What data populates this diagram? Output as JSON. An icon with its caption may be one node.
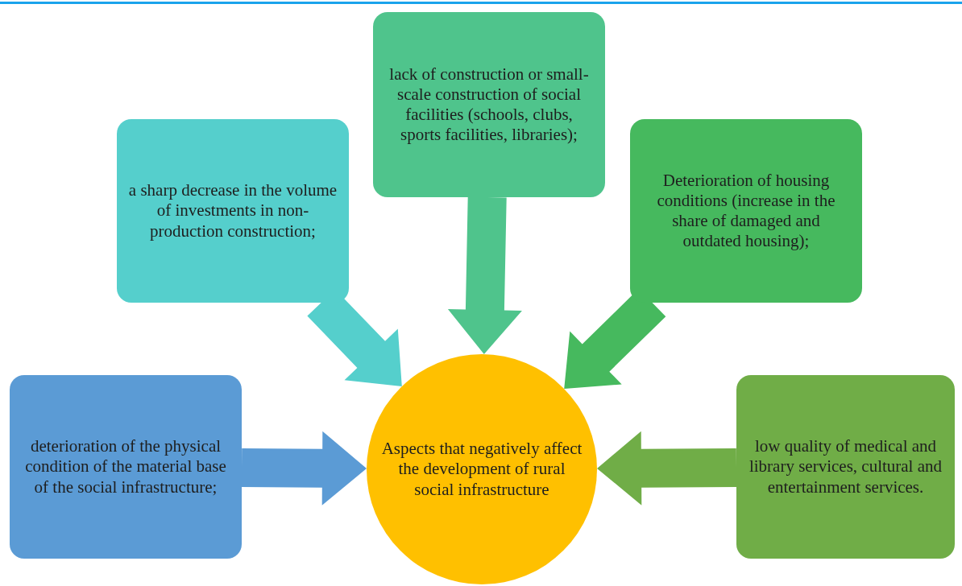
{
  "diagram": {
    "nodes": [
      {
        "text": [
          "lack of construction or small-scale construction of social facilities (schools, clubs, sports facilities, libraries);"
        ]
      },
      {
        "text": [
          "a sharp decrease in the volume of investments in non-production construction;"
        ]
      },
      {
        "text": [
          "Deterioration of housing conditions (increase in the share of damaged and outdated housing);"
        ]
      },
      {
        "text": [
          "deterioration of the physical condition of the material base of the social infrastructure;"
        ]
      },
      {
        "text": [
          "Aspects that negatively affect the development of rural social infrastructure"
        ]
      },
      {
        "text": [
          "low quality of medical and library services, cultural and entertainment services."
        ]
      }
    ],
    "edges": [
      {
        "from": 0,
        "to": 4,
        "arrow": "to",
        "style": "thick",
        "color": "#4fc48c"
      },
      {
        "from": 1,
        "to": 4,
        "arrow": "to",
        "style": "thick",
        "color": "#55cfcc"
      },
      {
        "from": 2,
        "to": 4,
        "arrow": "to",
        "style": "thick",
        "color": "#46b95e"
      },
      {
        "from": 3,
        "to": 4,
        "arrow": "to",
        "style": "thick",
        "color": "#5b9bd5"
      },
      {
        "from": 5,
        "to": 4,
        "arrow": "to",
        "style": "thick",
        "color": "#70ad47"
      }
    ]
  }
}
